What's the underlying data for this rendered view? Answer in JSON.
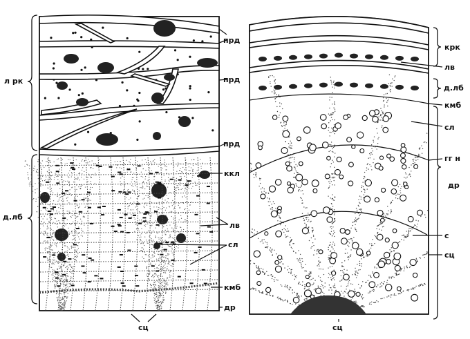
{
  "left_panel": {
    "brace_labels": {
      "outer_bark": "л рк",
      "inner_bark": "д.лб"
    },
    "labels": {
      "periderm_1": "прд",
      "periderm_2": "прд",
      "periderm_3": "прд",
      "sclerenchyma_cells": "ккл",
      "phloem_fibers": "лв",
      "sieve_tubes": "сл",
      "cambium": "кмб",
      "wood": "др",
      "rays": "сц"
    }
  },
  "right_panel": {
    "brace_labels": {
      "crust": "крк",
      "inner_bark": "д.лб",
      "wood": "др"
    },
    "labels": {
      "phloem_fibers": "лв",
      "cambium": "кмб",
      "sieve_tubes": "сл",
      "annual_ring": "гг н",
      "vessels": "с",
      "rays_side": "сц",
      "rays_bottom": "сц"
    }
  }
}
